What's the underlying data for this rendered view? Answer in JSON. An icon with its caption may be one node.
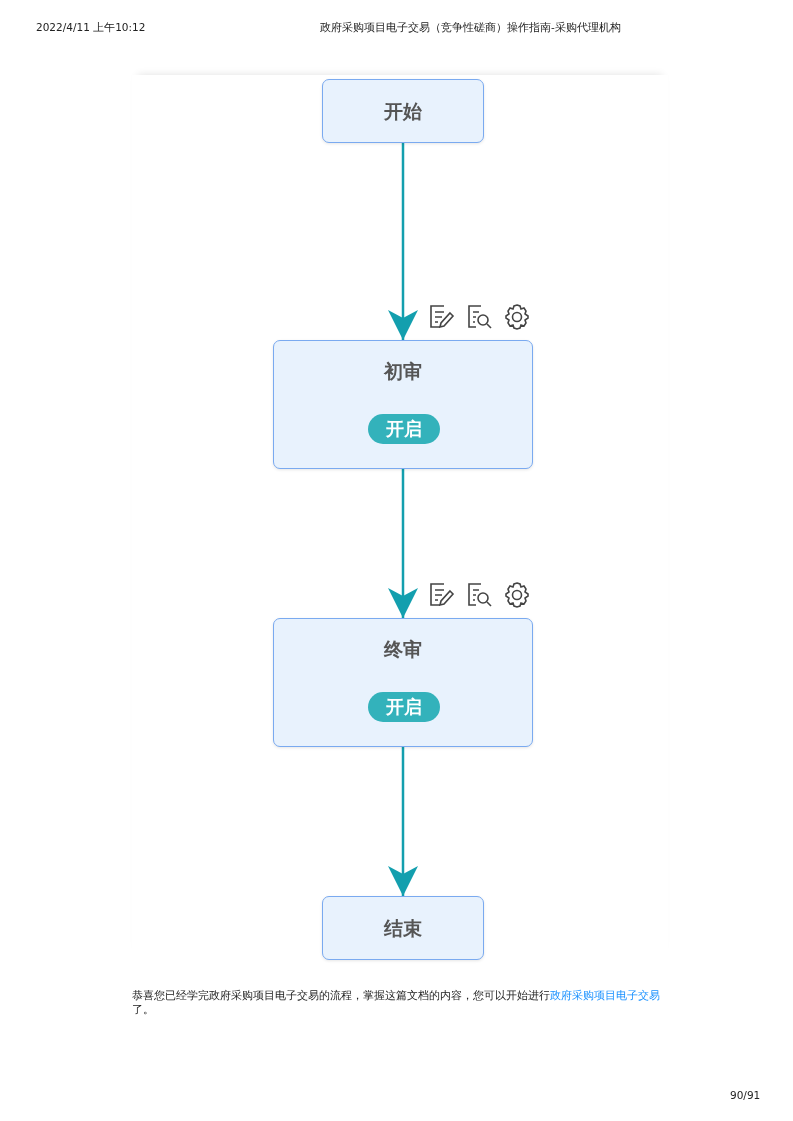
{
  "diagram": {
    "nodes": [
      {
        "text": [
          "开始"
        ]
      },
      {
        "text": [
          "初审"
        ]
      },
      {
        "text": [
          "开启"
        ],
        "in": 1
      },
      {
        "text": [
          "终审"
        ]
      },
      {
        "text": [
          "开启"
        ],
        "in": 3
      },
      {
        "text": [
          "结束"
        ]
      }
    ],
    "edges": [
      {
        "from": 0,
        "to": 1,
        "arrow": "to"
      },
      {
        "from": 1,
        "to": 3,
        "arrow": "to"
      },
      {
        "from": 3,
        "to": 5,
        "arrow": "to"
      }
    ],
    "labels": [
      "2022/4/11 上午10:12",
      "政府采购项目电子交易（竞争性磋商）操作指南-采购代理机构",
      "恭喜您已经学完政府采购项目电子交易的流程，掌握这篇文档的内容，您可以开始进行",
      "政府采购项目电子交易",
      "了。",
      "90/91"
    ]
  }
}
